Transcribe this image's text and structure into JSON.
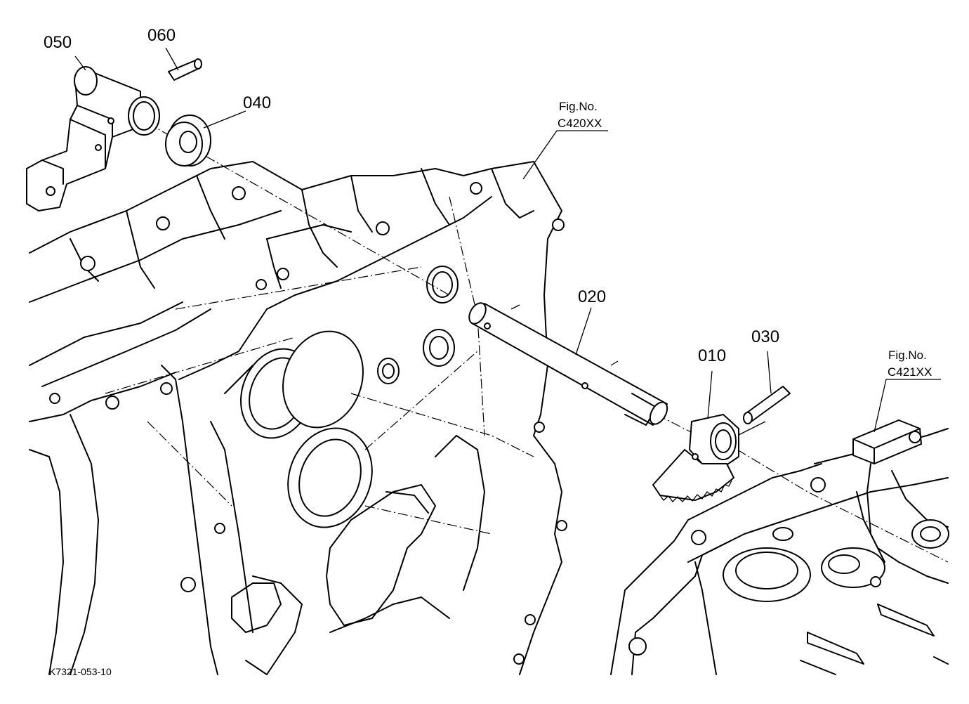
{
  "callouts": {
    "p050": "050",
    "p060": "060",
    "p040": "040",
    "p020": "020",
    "p010": "010",
    "p030": "030"
  },
  "figure_refs": {
    "ref1": {
      "line1": "Fig.No.",
      "line2": "C420XX"
    },
    "ref2": {
      "line1": "Fig.No.",
      "line2": "C421XX"
    }
  },
  "drawing_code": "K7321-053-10"
}
